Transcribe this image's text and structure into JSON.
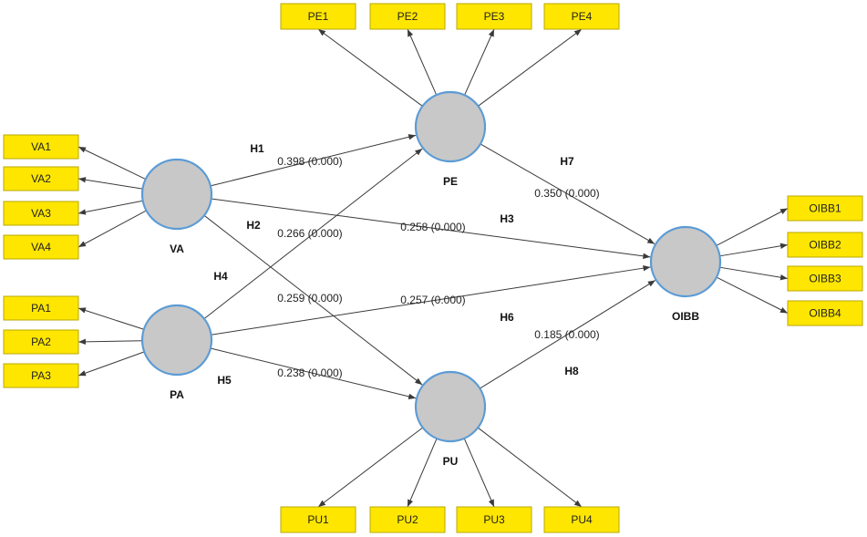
{
  "constructs": [
    {
      "id": "VA",
      "label": "VA"
    },
    {
      "id": "PA",
      "label": "PA"
    },
    {
      "id": "PE",
      "label": "PE"
    },
    {
      "id": "PU",
      "label": "PU"
    },
    {
      "id": "OIBB",
      "label": "OIBB"
    }
  ],
  "indicators": [
    {
      "id": "PE1",
      "label": "PE1",
      "construct": "PE"
    },
    {
      "id": "PE2",
      "label": "PE2",
      "construct": "PE"
    },
    {
      "id": "PE3",
      "label": "PE3",
      "construct": "PE"
    },
    {
      "id": "PE4",
      "label": "PE4",
      "construct": "PE"
    },
    {
      "id": "VA1",
      "label": "VA1",
      "construct": "VA"
    },
    {
      "id": "VA2",
      "label": "VA2",
      "construct": "VA"
    },
    {
      "id": "VA3",
      "label": "VA3",
      "construct": "VA"
    },
    {
      "id": "VA4",
      "label": "VA4",
      "construct": "VA"
    },
    {
      "id": "PA1",
      "label": "PA1",
      "construct": "PA"
    },
    {
      "id": "PA2",
      "label": "PA2",
      "construct": "PA"
    },
    {
      "id": "PA3",
      "label": "PA3",
      "construct": "PA"
    },
    {
      "id": "OIBB1",
      "label": "OIBB1",
      "construct": "OIBB"
    },
    {
      "id": "OIBB2",
      "label": "OIBB2",
      "construct": "OIBB"
    },
    {
      "id": "OIBB3",
      "label": "OIBB3",
      "construct": "OIBB"
    },
    {
      "id": "OIBB4",
      "label": "OIBB4",
      "construct": "OIBB"
    },
    {
      "id": "PU1",
      "label": "PU1",
      "construct": "PU"
    },
    {
      "id": "PU2",
      "label": "PU2",
      "construct": "PU"
    },
    {
      "id": "PU3",
      "label": "PU3",
      "construct": "PU"
    },
    {
      "id": "PU4",
      "label": "PU4",
      "construct": "PU"
    }
  ],
  "paths": [
    {
      "id": "H1",
      "label": "H1",
      "from": "VA",
      "to": "PE",
      "coefficient": "0.398 (0.000)"
    },
    {
      "id": "H2",
      "label": "H2",
      "from": "VA",
      "to": "PU",
      "coefficient": "0.259 (0.000)"
    },
    {
      "id": "H3",
      "label": "H3",
      "from": "VA",
      "to": "OIBB",
      "coefficient": "0.258 (0.000)"
    },
    {
      "id": "H4",
      "label": "H4",
      "from": "PA",
      "to": "PE",
      "coefficient": "0.266 (0.000)"
    },
    {
      "id": "H5",
      "label": "H5",
      "from": "PA",
      "to": "PU",
      "coefficient": "0.238 (0.000)"
    },
    {
      "id": "H6",
      "label": "H6",
      "from": "PA",
      "to": "OIBB",
      "coefficient": "0.257 (0.000)"
    },
    {
      "id": "H7",
      "label": "H7",
      "from": "PE",
      "to": "OIBB",
      "coefficient": "0.350 (0.000)"
    },
    {
      "id": "H8",
      "label": "H8",
      "from": "PU",
      "to": "OIBB",
      "coefficient": "0.185 (0.000)"
    }
  ],
  "colors": {
    "construct_fill": "#c8c8c8",
    "construct_border": "#5b9bd5",
    "indicator_fill": "#ffe600",
    "edge": "#3a3a3a"
  }
}
